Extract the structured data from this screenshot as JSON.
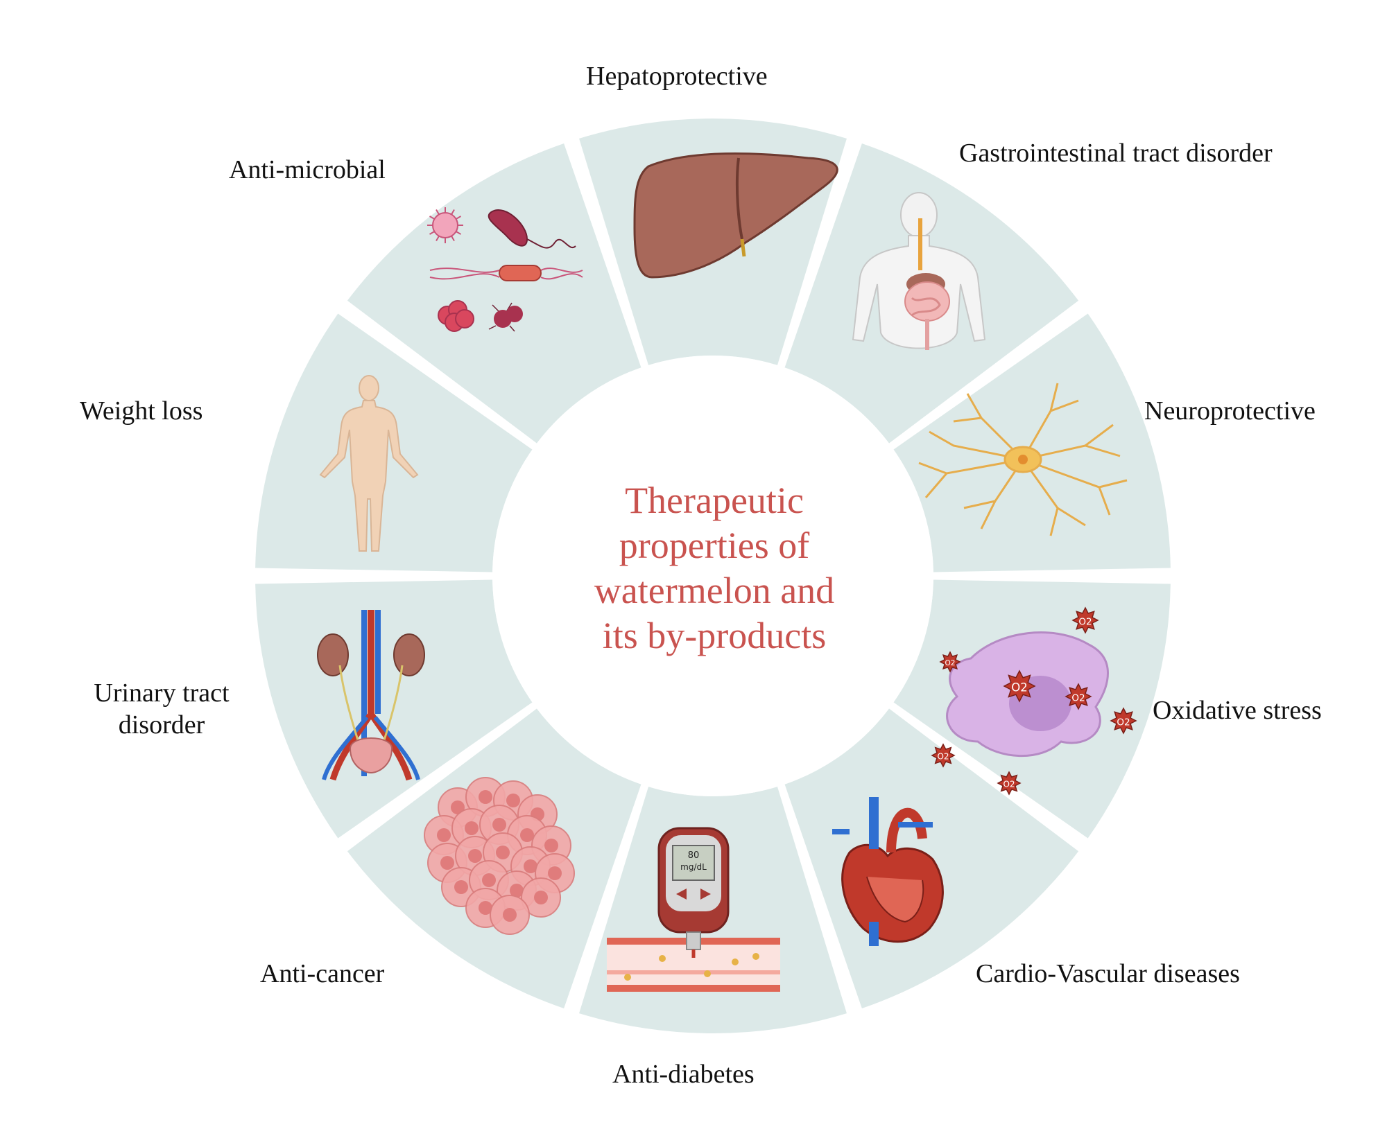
{
  "diagram": {
    "center_title_lines": [
      "Therapeutic",
      "properties of",
      "watermelon and",
      "its by-products"
    ],
    "segments": [
      {
        "label": "Hepatoprotective",
        "icon": "liver-icon"
      },
      {
        "label": "Gastrointestinal tract disorder",
        "icon": "digestive-system-icon"
      },
      {
        "label": "Neuroprotective",
        "icon": "neuron-icon"
      },
      {
        "label": "Oxidative stress",
        "icon": "oxidative-cell-icon"
      },
      {
        "label": "Cardio-Vascular diseases",
        "icon": "heart-icon"
      },
      {
        "label": "Anti-diabetes",
        "icon": "glucometer-icon"
      },
      {
        "label": "Anti-cancer",
        "icon": "tumor-cells-icon"
      },
      {
        "label_lines": [
          "Urinary tract",
          "disorder"
        ],
        "icon": "urinary-system-icon"
      },
      {
        "label": "Weight loss",
        "icon": "human-body-icon"
      },
      {
        "label": "Anti-microbial",
        "icon": "microbes-icon"
      }
    ],
    "glucometer_reading": "80",
    "glucometer_unit": "mg/dL",
    "oxygen_badge_text": "O2",
    "colors": {
      "segment_fill": "#dce9e8",
      "title": "#c9534f",
      "label": "#111111"
    }
  }
}
